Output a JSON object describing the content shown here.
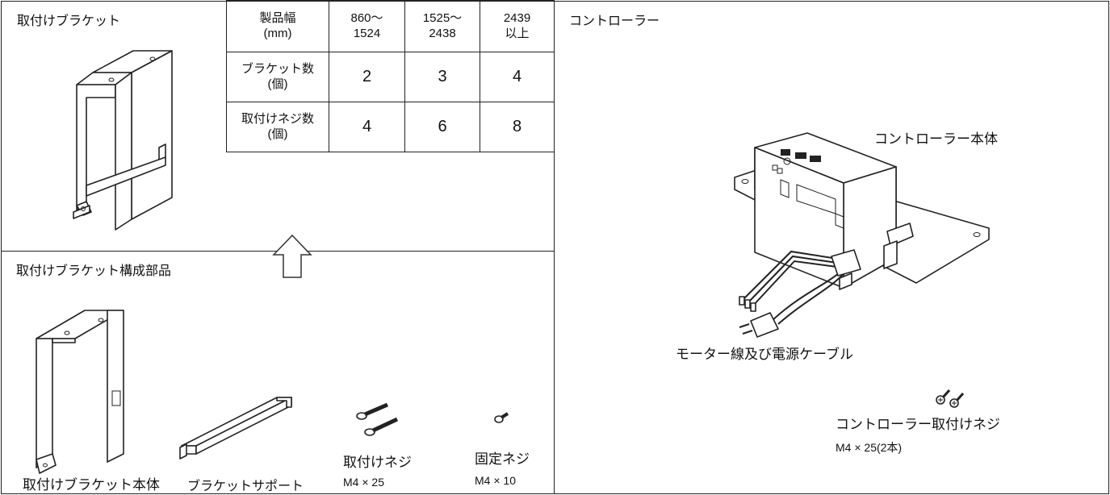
{
  "left_panel": {
    "bracket_title": "取付けブラケット",
    "parts_title": "取付けブラケット構成部品",
    "table": {
      "header": [
        "製品幅\n(mm)",
        "860〜\n1524",
        "1525〜\n2438",
        "2439\n以上"
      ],
      "rows": [
        {
          "label": "ブラケット数\n(個)",
          "values": [
            "2",
            "3",
            "4"
          ]
        },
        {
          "label": "取付けネジ数\n(個)",
          "values": [
            "4",
            "6",
            "8"
          ]
        }
      ]
    },
    "parts": {
      "bracket_body": "取付けブラケット本体",
      "bracket_support": "ブラケットサポート",
      "mount_screw": "取付けネジ",
      "mount_screw_size": "M4 × 25",
      "fix_screw": "固定ネジ",
      "fix_screw_size": "M4 × 10"
    }
  },
  "right_panel": {
    "title": "コントローラー",
    "body_label": "コントローラー本体",
    "cable_label": "モーター線及び電源ケーブル",
    "screw_label": "コントローラー取付けネジ",
    "screw_size": "M4 × 25(2本)"
  }
}
